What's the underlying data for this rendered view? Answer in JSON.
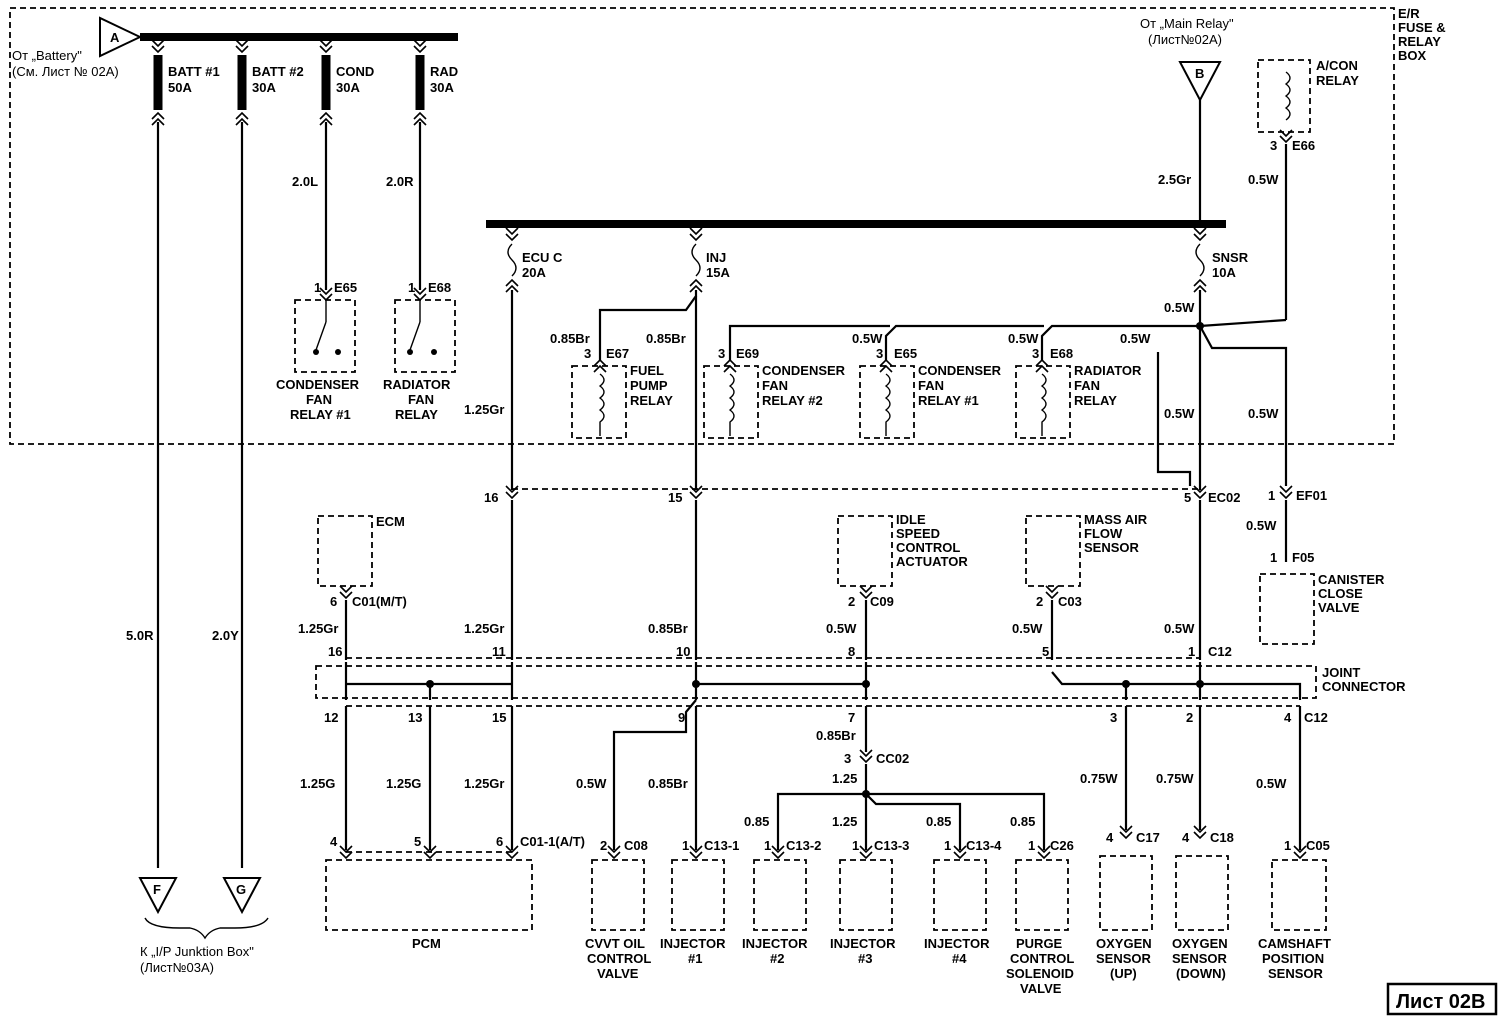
{
  "box": {
    "label_lines": [
      "E/R",
      "FUSE &",
      "RELAY",
      "BOX"
    ]
  },
  "sheet": "Лист 02B",
  "battery": {
    "ref": "A",
    "lines": [
      "От „Battery\"",
      "(См. Лист № 02A)"
    ]
  },
  "main_relay": {
    "ref": "B",
    "lines": [
      "От „Main Relay\"",
      "(Лист№02A)"
    ]
  },
  "junction": {
    "refs": [
      "F",
      "G"
    ],
    "lines": [
      "К „I/P Junktion Box\"",
      "(Лист№03A)"
    ]
  },
  "fuses_top": [
    {
      "name": "BATT #1",
      "rating": "50A"
    },
    {
      "name": "BATT #2",
      "rating": "30A"
    },
    {
      "name": "COND",
      "rating": "30A"
    },
    {
      "name": "RAD",
      "rating": "30A"
    }
  ],
  "fuses_mid": [
    {
      "name": "ECU C",
      "rating": "20A"
    },
    {
      "name": "INJ",
      "rating": "15A"
    },
    {
      "name": "SNSR",
      "rating": "10A"
    }
  ],
  "relays_top": [
    {
      "pin": "1",
      "conn": "E65",
      "wire": "2.0L",
      "lines": [
        "CONDENSER",
        "FAN",
        "RELAY #1"
      ]
    },
    {
      "pin": "1",
      "conn": "E68",
      "wire": "2.0R",
      "lines": [
        "RADIATOR",
        "FAN",
        "RELAY"
      ]
    }
  ],
  "relays_coil": [
    {
      "pin": "3",
      "conn": "E67",
      "wire": "0.85Br",
      "lines": [
        "FUEL",
        "PUMP",
        "RELAY"
      ]
    },
    {
      "pin": "3",
      "conn": "E69",
      "wire": "",
      "lines": [
        "CONDENSER",
        "FAN",
        "RELAY #2"
      ]
    },
    {
      "pin": "3",
      "conn": "E65",
      "wire": "0.5W",
      "lines": [
        "CONDENSER",
        "FAN",
        "RELAY #1"
      ]
    },
    {
      "pin": "3",
      "conn": "E68",
      "wire": "0.5W",
      "lines": [
        "RADIATOR",
        "FAN",
        "RELAY"
      ]
    }
  ],
  "acon": {
    "pin": "3",
    "conn": "E66",
    "wire": "0.5W",
    "lines": [
      "A/CON",
      "RELAY"
    ]
  },
  "wires": {
    "inj_out": "0.85Br",
    "ecu_out": "1.25Gr",
    "main_relay": "2.5Gr",
    "snsr_out": "0.5W",
    "snsr_right": "0.5W",
    "snsr_down": "0.5W",
    "acon_down": "0.5W",
    "batt1": "5.0R",
    "batt2": "2.0Y"
  },
  "ec02": {
    "conn": "EC02",
    "pins": [
      "16",
      "15",
      "5"
    ]
  },
  "ef01": {
    "pin": "1",
    "conn": "EF01",
    "wire": "0.5W"
  },
  "canister": {
    "pin": "1",
    "conn": "F05",
    "lines": [
      "CANISTER",
      "CLOSE",
      "VALVE"
    ]
  },
  "ecm": {
    "label": "ECM",
    "pin": "6",
    "conn": "C01(M/T)",
    "wire": "1.25Gr"
  },
  "isca": {
    "pin": "2",
    "conn": "C09",
    "wire": "0.5W",
    "lines": [
      "IDLE",
      "SPEED",
      "CONTROL",
      "ACTUATOR"
    ]
  },
  "maf": {
    "pin": "2",
    "conn": "C03",
    "wire": "0.5W",
    "lines": [
      "MASS AIR",
      "FLOW",
      "SENSOR"
    ]
  },
  "c12_top": {
    "conn": "C12",
    "wires": [
      "1.25Gr",
      "0.85Br",
      "0.5W"
    ],
    "pins": [
      "16",
      "11",
      "10",
      "8",
      "5",
      "1"
    ]
  },
  "joint": {
    "lines": [
      "JOINT",
      "CONNECTOR"
    ]
  },
  "c12_bottom": {
    "conn": "C12",
    "pins": [
      "12",
      "13",
      "15",
      "9",
      "7",
      "3",
      "2",
      "4"
    ]
  },
  "pcm": {
    "label": "PCM",
    "conn": "C01-1(A/T)",
    "pins": [
      "4",
      "5",
      "6"
    ],
    "wires": [
      "1.25G",
      "1.25G",
      "1.25Gr"
    ]
  },
  "cc02": {
    "pin": "3",
    "conn": "CC02",
    "wire_top": "0.85Br",
    "wire_split": "1.25"
  },
  "components": [
    {
      "pin": "2",
      "conn": "C08",
      "wire": "0.5W",
      "lines": [
        "CVVT OIL",
        "CONTROL",
        "VALVE"
      ]
    },
    {
      "pin": "1",
      "conn": "C13-1",
      "wire": "0.85Br",
      "lines": [
        "INJECTOR",
        "#1"
      ]
    },
    {
      "pin": "1",
      "conn": "C13-2",
      "wire": "0.85",
      "lines": [
        "INJECTOR",
        "#2"
      ]
    },
    {
      "pin": "1",
      "conn": "C13-3",
      "wire": "1.25",
      "lines": [
        "INJECTOR",
        "#3"
      ]
    },
    {
      "pin": "1",
      "conn": "C13-4",
      "wire": "0.85",
      "lines": [
        "INJECTOR",
        "#4"
      ]
    },
    {
      "pin": "1",
      "conn": "C26",
      "wire": "0.85",
      "lines": [
        "PURGE",
        "CONTROL",
        "SOLENOID",
        "VALVE"
      ]
    },
    {
      "pin": "4",
      "conn": "C17",
      "wire": "0.75W",
      "lines": [
        "OXYGEN",
        "SENSOR",
        "(UP)"
      ]
    },
    {
      "pin": "4",
      "conn": "C18",
      "wire": "0.75W",
      "lines": [
        "OXYGEN",
        "SENSOR",
        "(DOWN)"
      ]
    },
    {
      "pin": "1",
      "conn": "C05",
      "wire": "0.5W",
      "lines": [
        "CAMSHAFT",
        "POSITION",
        "SENSOR"
      ]
    }
  ]
}
